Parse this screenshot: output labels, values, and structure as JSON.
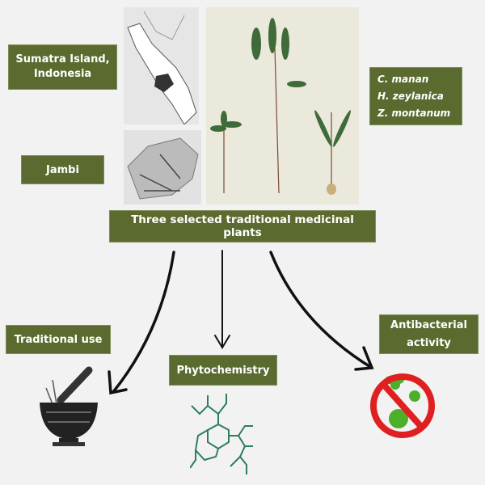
{
  "labels": {
    "location": [
      "Sumatra Island,",
      "Indonesia"
    ],
    "province": "Jambi",
    "species": [
      "C. manan",
      "H. zeylanica",
      "Z. montanum"
    ],
    "main": "Three selected traditional medicinal plants",
    "traditional_use": "Traditional use",
    "phytochemistry": "Phytochemistry",
    "antibacterial": [
      "Antibacterial",
      "activity"
    ]
  },
  "colors": {
    "box": "#5b6b2f",
    "molecule": "#2e7d5b",
    "prohibit": "#e02020",
    "bacteria": "#4caf2a"
  }
}
